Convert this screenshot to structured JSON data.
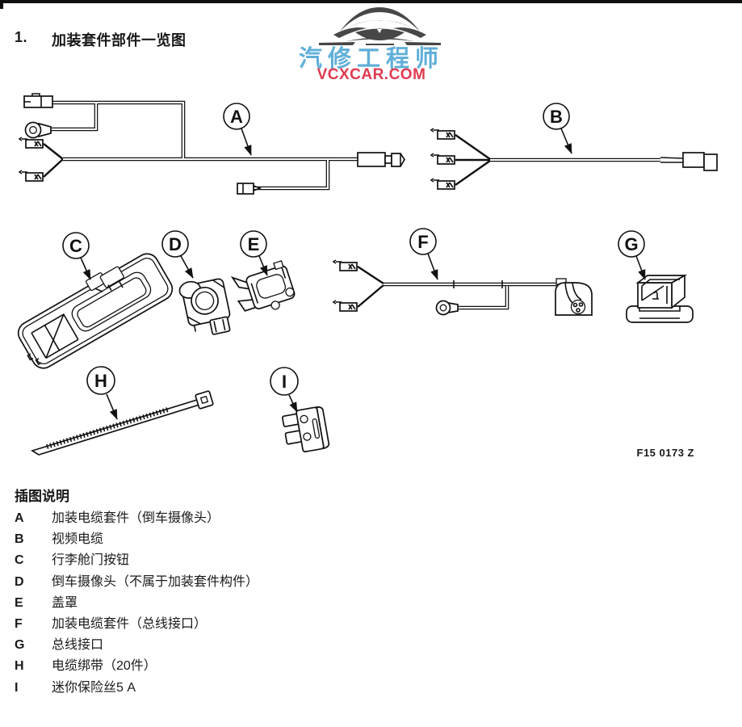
{
  "page": {
    "number": "1.",
    "title": "加装套件部件一览图",
    "figure_code": "F15 0173 Z"
  },
  "watermark": {
    "name": "汽修工程师",
    "site": "VCXCAR.COM",
    "colors": {
      "car": "#474747",
      "name": "#5fafd9",
      "site": "#e03a50"
    }
  },
  "diagram": {
    "letters": [
      "A",
      "B",
      "C",
      "D",
      "E",
      "F",
      "G",
      "H",
      "I"
    ]
  },
  "legend": {
    "heading": "插图说明",
    "items": [
      {
        "key": "A",
        "desc": "加装电缆套件（倒车摄像头）"
      },
      {
        "key": "B",
        "desc": "视频电缆"
      },
      {
        "key": "C",
        "desc": "行李舱门按钮"
      },
      {
        "key": "D",
        "desc": "倒车摄像头（不属于加装套件构件）"
      },
      {
        "key": "E",
        "desc": "盖罩"
      },
      {
        "key": "F",
        "desc": "加装电缆套件（总线接口）"
      },
      {
        "key": "G",
        "desc": "总线接口"
      },
      {
        "key": "H",
        "desc": "电缆绑带（20件）"
      },
      {
        "key": "I",
        "desc": "迷你保险丝5 A"
      }
    ]
  }
}
